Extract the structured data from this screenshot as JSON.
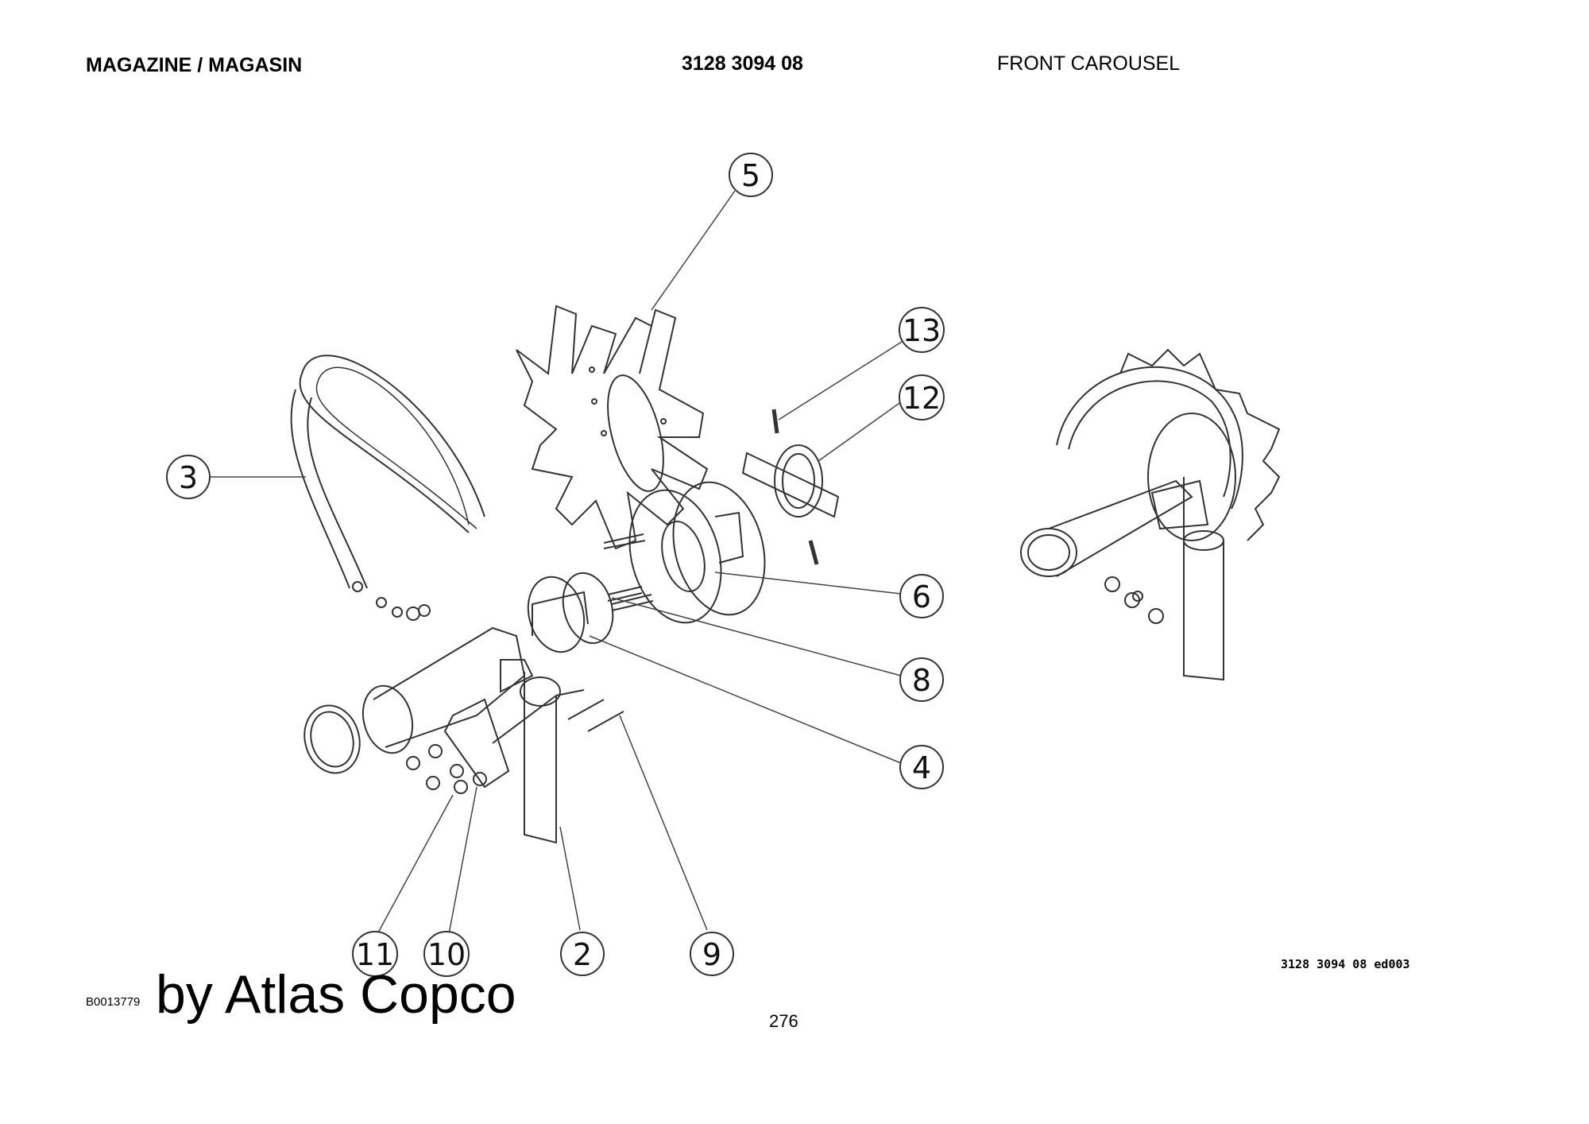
{
  "header": {
    "section": "MAGAZINE / MAGASIN",
    "part_number": "3128 3094 08",
    "title": "FRONT CAROUSEL"
  },
  "callouts": [
    "5",
    "13",
    "12",
    "3",
    "6",
    "8",
    "4",
    "11",
    "10",
    "2",
    "9"
  ],
  "footer": {
    "drawing_code": "3128 3094 08 ed003",
    "doc_code": "B0013779",
    "brand": "by Atlas Copco",
    "page_number": "276"
  }
}
